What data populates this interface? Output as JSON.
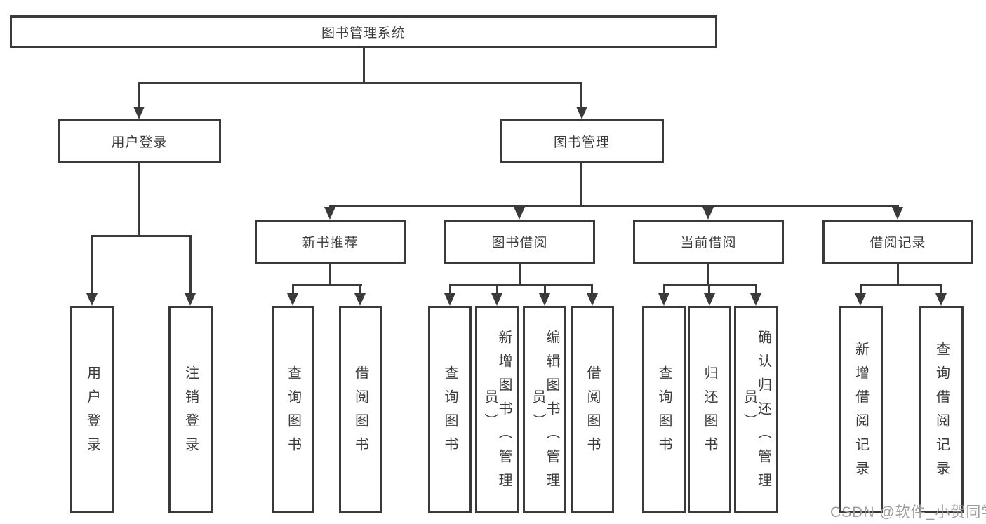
{
  "colors": {
    "line": "#3a3a3a",
    "text": "#3c3c3c",
    "bg": "#ffffff",
    "watermark": "#9e9e9e"
  },
  "diagram": {
    "root": {
      "label": "图书管理系统"
    },
    "login": {
      "label": "用户登录",
      "children": [
        "用户登录",
        "注销登录"
      ]
    },
    "mgmt": {
      "label": "图书管理",
      "groups": [
        {
          "label": "新书推荐",
          "children": [
            "查询图书",
            "借阅图书"
          ]
        },
        {
          "label": "图书借阅",
          "children": [
            "查询图书",
            "新增图书（管理员）",
            "编辑图书（管理员）",
            "借阅图书"
          ]
        },
        {
          "label": "当前借阅",
          "children": [
            "查询图书",
            "归还图书",
            "确认归还（管理员）"
          ]
        },
        {
          "label": "借阅记录",
          "children": [
            "新增借阅记录",
            "查询借阅记录"
          ]
        }
      ]
    }
  },
  "watermark": {
    "text": "CSDN @软件_小贺同学"
  }
}
